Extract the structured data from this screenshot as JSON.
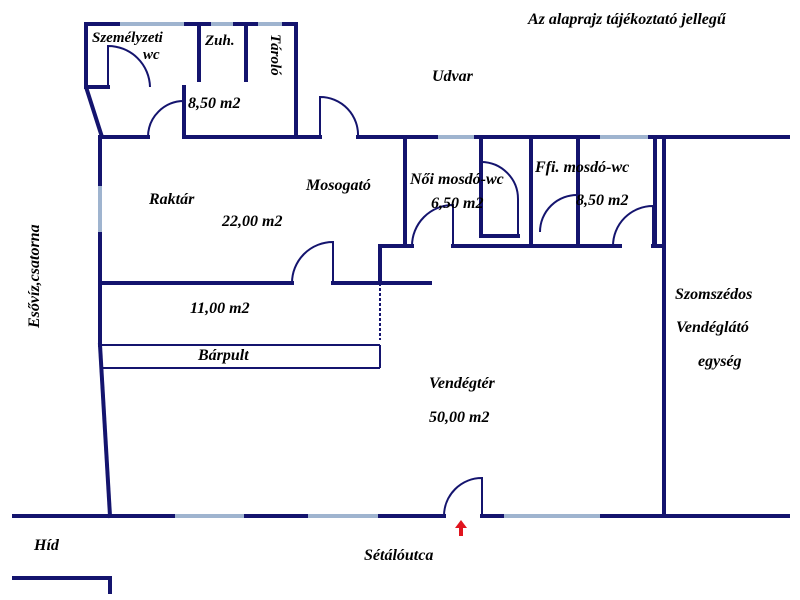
{
  "colors": {
    "wall": "#14146e",
    "window": "#9fb4cf",
    "entrance_arrow": "#e0141e"
  },
  "note": "Az alaprajz tájékoztató jellegű",
  "exterior": {
    "courtyard": "Udvar",
    "gutter": "Esővíz,csatorna",
    "neighbor": [
      "Szomszédos",
      "Vendéglátó",
      "egység"
    ],
    "bridge": "Híd",
    "street": "Sétálóutca"
  },
  "rooms": {
    "staff_wc": [
      "Személyzeti",
      "wc"
    ],
    "shower": "Zuh.",
    "storage": "Tároló",
    "staff_area": "8,50 m2",
    "warehouse": "Raktár",
    "warehouse_area": "22,00 m2",
    "washroom": "Mosogató",
    "womens_wc": "Női mosdó-wc",
    "womens_wc_area": "6,50 m2",
    "mens_wc": "Ffi. mosdó-wc",
    "mens_wc_area": "8,50 m2",
    "corridor_area": "11,00 m2",
    "bar": "Bárpult",
    "guest_area": "Vendégtér",
    "guest_area_area": "50,00 m2"
  }
}
